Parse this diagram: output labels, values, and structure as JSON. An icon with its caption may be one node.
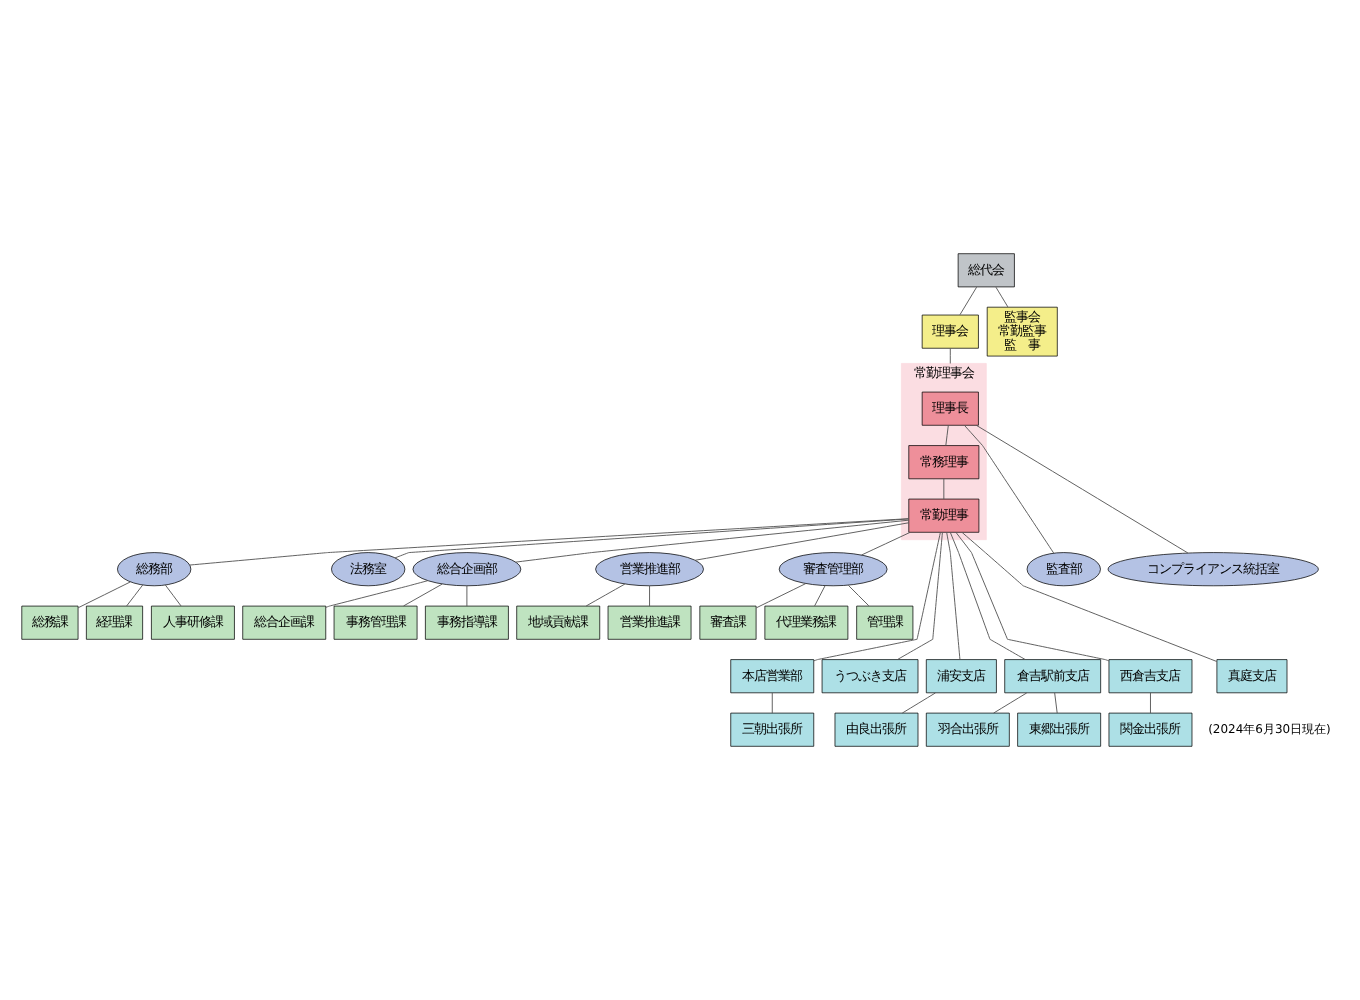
{
  "diagram": {
    "nodes": [
      {
        "text": [
          "総代会"
        ]
      },
      {
        "text": [
          "理事会"
        ]
      },
      {
        "text": [
          "監事会",
          "常勤監事",
          "監　事"
        ]
      },
      {
        "text": [
          "常勤理事会"
        ]
      },
      {
        "text": [
          "理事長"
        ],
        "in": 3
      },
      {
        "text": [
          "常務理事"
        ],
        "in": 3
      },
      {
        "text": [
          "常勤理事"
        ],
        "in": 3
      },
      {
        "text": [
          "総務部"
        ]
      },
      {
        "text": [
          "法務室"
        ]
      },
      {
        "text": [
          "総合企画部"
        ]
      },
      {
        "text": [
          "営業推進部"
        ]
      },
      {
        "text": [
          "審査管理部"
        ]
      },
      {
        "text": [
          "監査部"
        ]
      },
      {
        "text": [
          "コンプライアンス統括室"
        ]
      },
      {
        "text": [
          "総務課"
        ]
      },
      {
        "text": [
          "経理課"
        ]
      },
      {
        "text": [
          "人事研修課"
        ]
      },
      {
        "text": [
          "総合企画課"
        ]
      },
      {
        "text": [
          "事務管理課"
        ]
      },
      {
        "text": [
          "事務指導課"
        ]
      },
      {
        "text": [
          "地域貢献課"
        ]
      },
      {
        "text": [
          "営業推進課"
        ]
      },
      {
        "text": [
          "審査課"
        ]
      },
      {
        "text": [
          "代理業務課"
        ]
      },
      {
        "text": [
          "管理課"
        ]
      },
      {
        "text": [
          "本店営業部"
        ]
      },
      {
        "text": [
          "三朝出張所"
        ]
      },
      {
        "text": [
          "うつぶき支店"
        ]
      },
      {
        "text": [
          "浦安支店"
        ]
      },
      {
        "text": [
          "由良出張所"
        ]
      },
      {
        "text": [
          "倉吉駅前支店"
        ]
      },
      {
        "text": [
          "羽合出張所"
        ]
      },
      {
        "text": [
          "東郷出張所"
        ]
      },
      {
        "text": [
          "西倉吉支店"
        ]
      },
      {
        "text": [
          "関金出張所"
        ]
      },
      {
        "text": [
          "真庭支店"
        ]
      }
    ],
    "edges": [
      {
        "from": 0,
        "to": 1,
        "arrow": "none"
      },
      {
        "from": 0,
        "to": 2,
        "arrow": "none"
      },
      {
        "from": 1,
        "to": 3,
        "arrow": "none"
      },
      {
        "from": 4,
        "to": 5,
        "arrow": "none"
      },
      {
        "from": 5,
        "to": 6,
        "arrow": "none"
      },
      {
        "from": 4,
        "to": 12,
        "arrow": "none"
      },
      {
        "from": 4,
        "to": 13,
        "arrow": "none"
      },
      {
        "from": 6,
        "to": 7,
        "arrow": "none"
      },
      {
        "from": 6,
        "to": 8,
        "arrow": "none"
      },
      {
        "from": 6,
        "to": 9,
        "arrow": "none"
      },
      {
        "from": 6,
        "to": 10,
        "arrow": "none"
      },
      {
        "from": 6,
        "to": 11,
        "arrow": "none"
      },
      {
        "from": 7,
        "to": 14,
        "arrow": "none"
      },
      {
        "from": 7,
        "to": 15,
        "arrow": "none"
      },
      {
        "from": 7,
        "to": 16,
        "arrow": "none"
      },
      {
        "from": 9,
        "to": 17,
        "arrow": "none"
      },
      {
        "from": 9,
        "to": 18,
        "arrow": "none"
      },
      {
        "from": 9,
        "to": 19,
        "arrow": "none"
      },
      {
        "from": 10,
        "to": 20,
        "arrow": "none"
      },
      {
        "from": 10,
        "to": 21,
        "arrow": "none"
      },
      {
        "from": 11,
        "to": 22,
        "arrow": "none"
      },
      {
        "from": 11,
        "to": 23,
        "arrow": "none"
      },
      {
        "from": 11,
        "to": 24,
        "arrow": "none"
      },
      {
        "from": 6,
        "to": 25,
        "arrow": "none"
      },
      {
        "from": 25,
        "to": 26,
        "arrow": "none"
      },
      {
        "from": 6,
        "to": 27,
        "arrow": "none"
      },
      {
        "from": 6,
        "to": 28,
        "arrow": "none"
      },
      {
        "from": 28,
        "to": 29,
        "arrow": "none"
      },
      {
        "from": 6,
        "to": 30,
        "arrow": "none"
      },
      {
        "from": 30,
        "to": 31,
        "arrow": "none"
      },
      {
        "from": 30,
        "to": 32,
        "arrow": "none"
      },
      {
        "from": 6,
        "to": 33,
        "arrow": "none"
      },
      {
        "from": 33,
        "to": 34,
        "arrow": "none"
      },
      {
        "from": 6,
        "to": 35,
        "arrow": "none"
      }
    ],
    "labels": [
      "(2024年6月30日現在)"
    ]
  }
}
